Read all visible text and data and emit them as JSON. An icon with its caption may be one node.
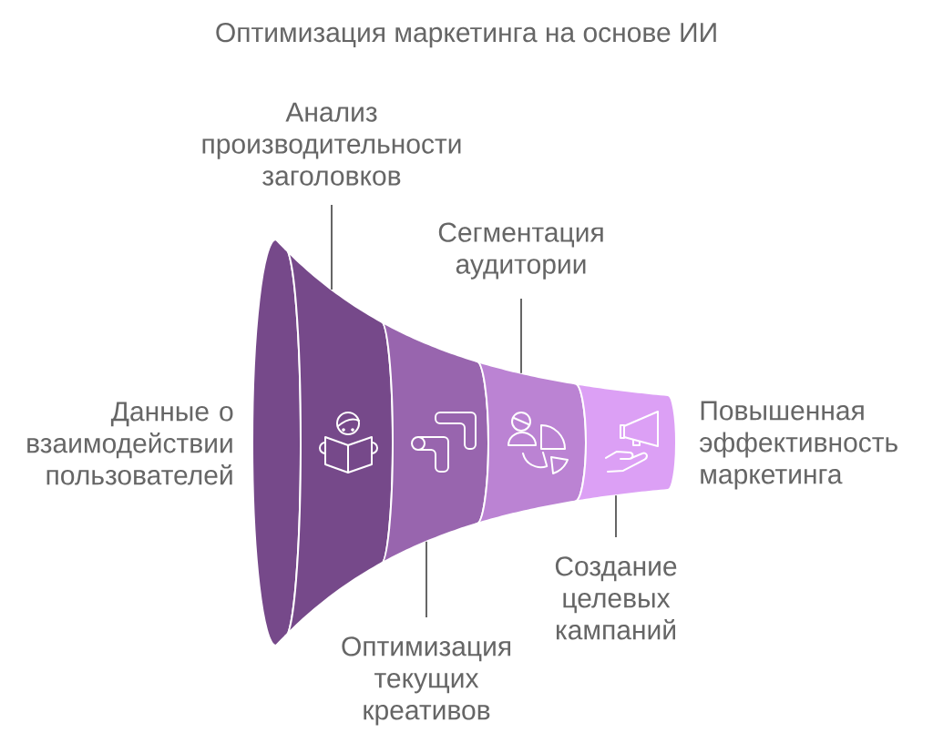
{
  "diagram": {
    "title": "Оптимизация маркетинга на основе ИИ",
    "nodes": [
      {
        "text": [],
        "shape": "band",
        "beside": [
          "Данные о взаимодействии пользователей"
        ]
      },
      {
        "text": [],
        "shape": "band"
      },
      {
        "text": [],
        "shape": "band"
      },
      {
        "text": [],
        "shape": "band",
        "beside": [
          "Повышенная эффективность маркетинга"
        ]
      },
      {
        "text": [
          "Анализ производительности заголовков"
        ]
      },
      {
        "text": [
          "Оптимизация текущих креативов"
        ]
      },
      {
        "text": [
          "Сегментация аудитории"
        ]
      },
      {
        "text": [
          "Создание целевых кампаний"
        ]
      }
    ],
    "edges": [
      {
        "from": 4,
        "to": 0,
        "arrow": "none"
      },
      {
        "from": 5,
        "to": 1,
        "arrow": "none"
      },
      {
        "from": 6,
        "to": 2,
        "arrow": "none"
      },
      {
        "from": 7,
        "to": 3,
        "arrow": "none"
      }
    ]
  }
}
